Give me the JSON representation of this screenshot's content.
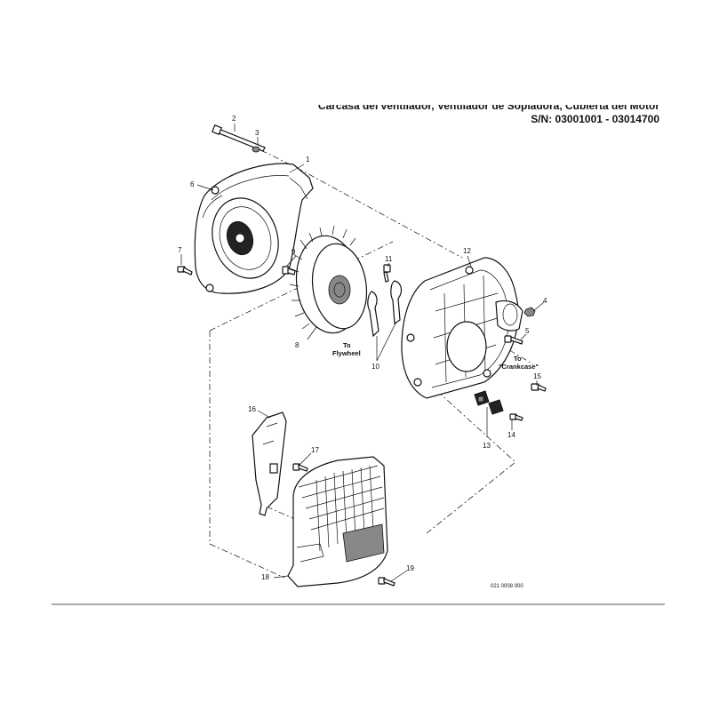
{
  "header": {
    "title_line_1": "Carcasa del ventilador, Ventilador de Sopladora, Cubierta del Motor",
    "title_line_2": "S/N: 03001001 - 03014700"
  },
  "callouts": {
    "p1": "1",
    "p2": "2",
    "p3": "3",
    "p4": "4",
    "p5": "5",
    "p6": "6",
    "p7": "7",
    "p8": "8",
    "p9": "9",
    "p10": "10",
    "p11": "11",
    "p12": "12",
    "p13": "13",
    "p14": "14",
    "p15": "15",
    "p16": "16",
    "p17": "17",
    "p18": "18",
    "p19": "19"
  },
  "labels": {
    "to_flywheel_1": "To",
    "to_flywheel_2": "Flywheel",
    "to_crankcase_1": "To",
    "to_crankcase_2": "\"Crankcase\""
  },
  "drawing_code": "021 0008 000",
  "colors": {
    "line": "#111111",
    "background": "#ffffff"
  }
}
